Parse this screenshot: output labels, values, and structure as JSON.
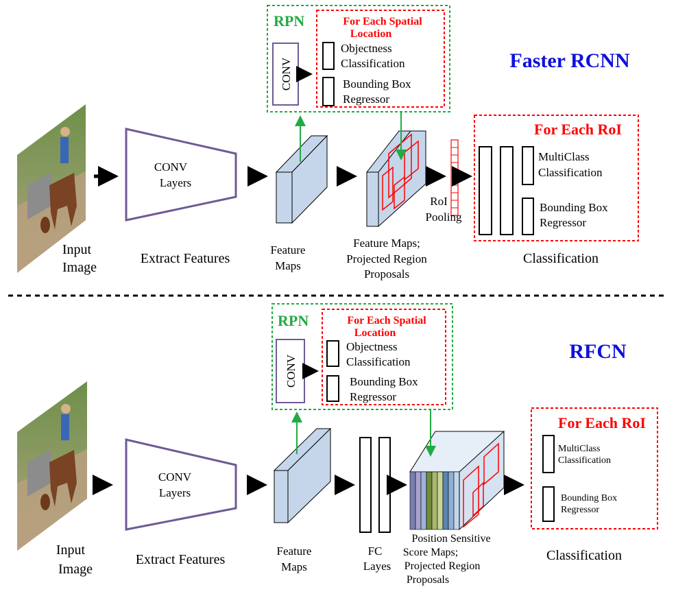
{
  "colors": {
    "rpn_green": "#22aa44",
    "roi_red": "#ff0000",
    "title_blue": "#1010dd",
    "conv_purple": "#6e5a96",
    "feature_blue": "#c5d6ea",
    "arrow_black": "#000000"
  },
  "top": {
    "title": "Faster RCNN",
    "input_label_1": "Input",
    "input_label_2": "Image",
    "conv_label_1": "CONV",
    "conv_label_2": "Layers",
    "extract_label": "Extract Features",
    "feature_maps_1": "Feature",
    "feature_maps_2": "Maps",
    "proposals_1": "Feature Maps;",
    "proposals_2": "Projected Region",
    "proposals_3": "Proposals",
    "roi_pooling_1": "RoI",
    "roi_pooling_2": "Pooling",
    "classification": "Classification",
    "rpn": {
      "title": "RPN",
      "conv": "CONV",
      "spatial_1": "For Each Spatial",
      "spatial_2": "Location",
      "obj_1": "Objectness",
      "obj_2": "Classification",
      "bbox_1": "Bounding Box",
      "bbox_2": "Regressor"
    },
    "roi": {
      "title": "For Each RoI",
      "multi_1": "MultiClass",
      "multi_2": "Classification",
      "bbox_1": "Bounding Box",
      "bbox_2": "Regressor"
    }
  },
  "bottom": {
    "title": "RFCN",
    "input_label_1": "Input",
    "input_label_2": "Image",
    "conv_label_1": "CONV",
    "conv_label_2": "Layers",
    "extract_label": "Extract Features",
    "feature_maps_1": "Feature",
    "feature_maps_2": "Maps",
    "fc_1": "FC",
    "fc_2": "Layes",
    "score_1": "Position Sensitive",
    "score_2": "Score Maps;",
    "score_3": "Projected Region",
    "score_4": "Proposals",
    "classification": "Classification",
    "rpn": {
      "title": "RPN",
      "conv": "CONV",
      "spatial_1": "For Each Spatial",
      "spatial_2": "Location",
      "obj_1": "Objectness",
      "obj_2": "Classification",
      "bbox_1": "Bounding Box",
      "bbox_2": "Regressor"
    },
    "roi": {
      "title": "For Each RoI",
      "multi_1": "MultiClass",
      "multi_2": "Classification",
      "bbox_1": "Bounding Box",
      "bbox_2": "Regressor"
    }
  }
}
